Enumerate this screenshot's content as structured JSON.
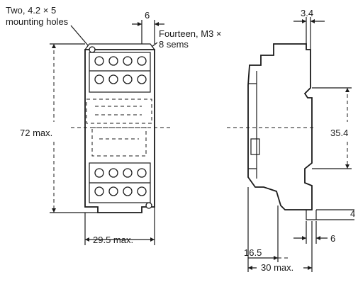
{
  "front_view": {
    "mounting_holes_line1": "Two, 4.2 × 5",
    "mounting_holes_line2": "mounting holes",
    "dim_top": "6",
    "terminals_line1": "Fourteen, M3 ×",
    "terminals_line2": "8 sems",
    "dim_height": "72 max.",
    "dim_width": "29.5 max."
  },
  "side_view": {
    "dim_top": "3.4",
    "dim_middle": "35.4",
    "dim_right": "4",
    "dim_bottom_right": "6",
    "dim_bottom_left": "16.5",
    "dim_depth": "30 max."
  }
}
